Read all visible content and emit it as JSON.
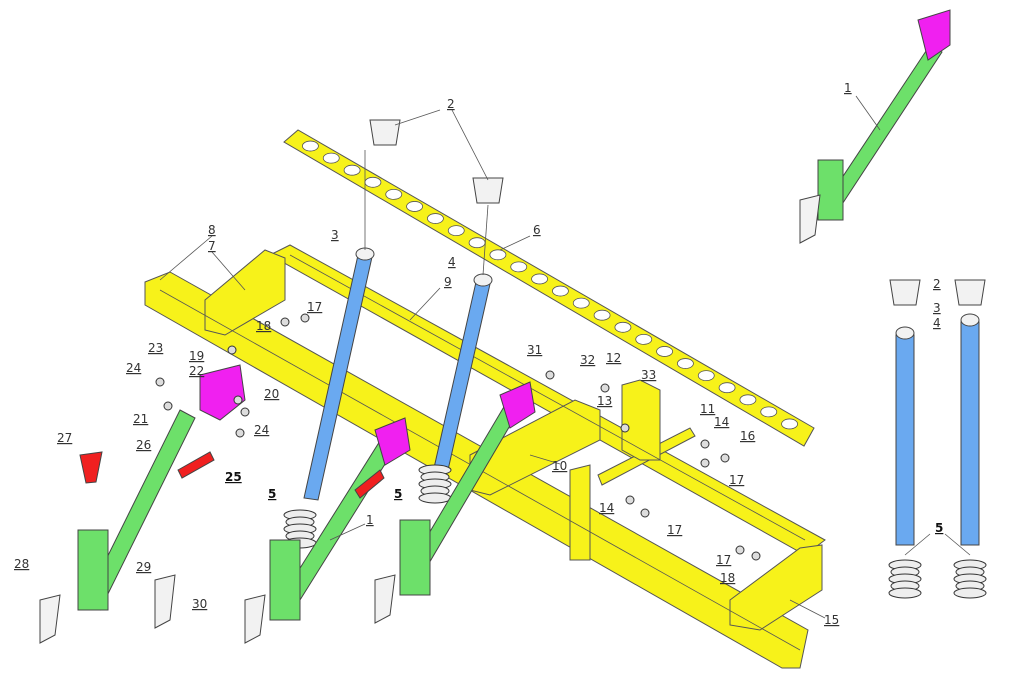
{
  "title": "Exploded parts diagram - cultivator frame with tine assemblies",
  "colors": {
    "frame": "#f7f21a",
    "cylinder": "#6aa9f0",
    "arm": "#6de06a",
    "bracket": "#f020f0",
    "spring_cup": "#f02020"
  },
  "labels": {
    "l1a": "1",
    "l1b": "1",
    "l2a": "2",
    "l2b": "2",
    "l3a": "3",
    "l3b": "3",
    "l4a": "4",
    "l4b": "4",
    "l5a": "5",
    "l5b": "5",
    "l5c": "5",
    "l6": "6",
    "l7": "7",
    "l8": "8",
    "l9": "9",
    "l10": "10",
    "l11": "11",
    "l12": "12",
    "l13": "13",
    "l14a": "14",
    "l14b": "14",
    "l15": "15",
    "l16": "16",
    "l17a": "17",
    "l17b": "17",
    "l17c": "17",
    "l17d": "17",
    "l18a": "18",
    "l18b": "18",
    "l19": "19",
    "l20": "20",
    "l21": "21",
    "l22": "22",
    "l23": "23",
    "l24a": "24",
    "l24b": "24",
    "l25": "25",
    "l26": "26",
    "l27": "27",
    "l28": "28",
    "l29": "29",
    "l30": "30",
    "l31": "31",
    "l32": "32",
    "l33": "33"
  }
}
